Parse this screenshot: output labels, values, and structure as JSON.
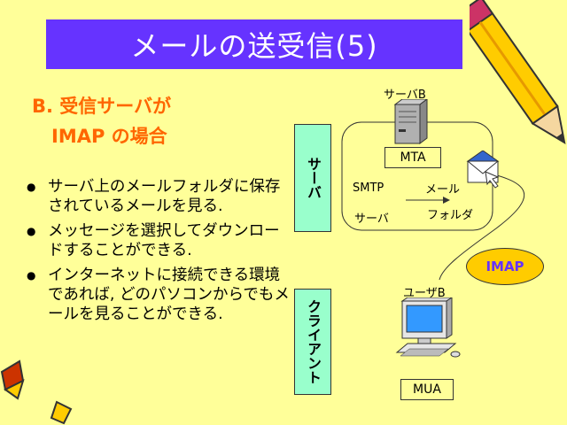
{
  "title": "メールの送受信(5)",
  "subtitle_line1": "B. 受信サーバが",
  "subtitle_line2": "IMAP の場合",
  "bullets": [
    "サーバ上のメールフォルダに保存されているメールを見る.",
    "メッセージを選択してダウンロードすることができる.",
    "インターネットに接続できる環境であれば, どのパソコンからでもメールを見ることができる."
  ],
  "diagram": {
    "server_label": "サーバ",
    "client_label": "クライアント",
    "server_name": "サーバB",
    "mta": "MTA",
    "smtp": "SMTP",
    "smtp_server": "サーバ",
    "mail": "メール",
    "folder": "フォルダ",
    "imap": "IMAP",
    "user_name": "ユーザB",
    "mua": "MUA"
  },
  "colors": {
    "background": "#ffff99",
    "title_bar": "#6633ff",
    "subtitle": "#ff6600",
    "side_label": "#99ffcc",
    "imap_oval": "#ffcc00"
  }
}
